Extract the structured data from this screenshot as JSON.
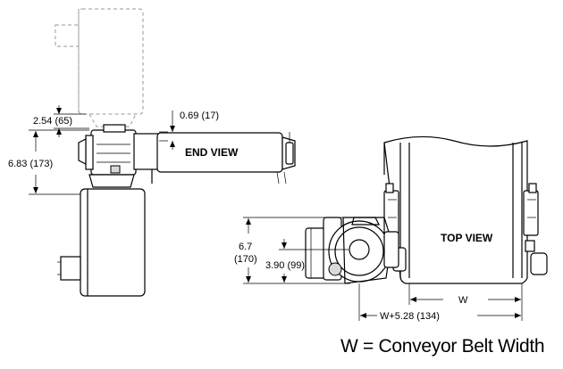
{
  "labels": {
    "end_view": "END VIEW",
    "top_view": "TOP VIEW"
  },
  "dimensions": {
    "motor_offset": "2.54 (65)",
    "flange_offset": "0.69 (17)",
    "end_height": "6.83 (173)",
    "gear_height_line1": "6.7",
    "gear_height_line2": "(170)",
    "shaft_height": "3.90 (99)",
    "width": "W",
    "width_plus": "W+5.28 (134)"
  },
  "legend": "W = Conveyor Belt Width"
}
